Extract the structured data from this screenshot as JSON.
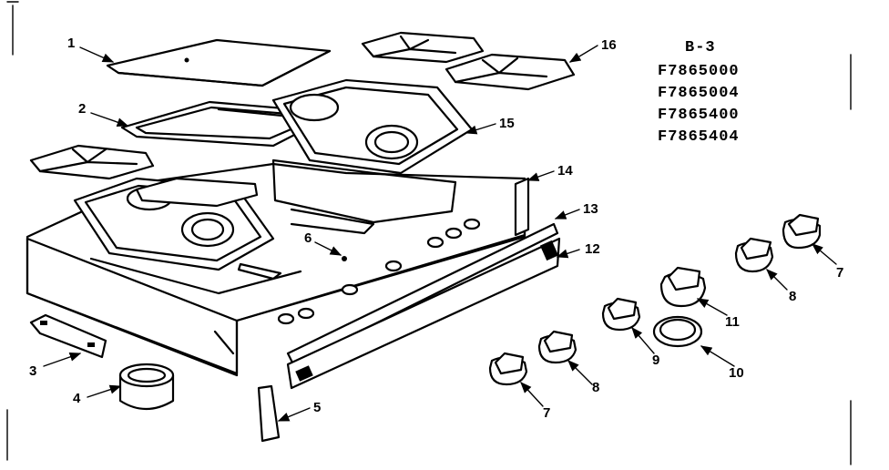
{
  "diagram": {
    "model_header": "B-3",
    "model_numbers": [
      "F7865000",
      "F7865004",
      "F7865400",
      "F7865404"
    ],
    "callouts": {
      "c1": "1",
      "c2": "2",
      "c3": "3",
      "c4": "4",
      "c5": "5",
      "c6": "6",
      "c7a": "7",
      "c7b": "7",
      "c8a": "8",
      "c8b": "8",
      "c9": "9",
      "c10": "10",
      "c11": "11",
      "c12": "12",
      "c13": "13",
      "c14": "14",
      "c15": "15",
      "c16": "16"
    }
  }
}
